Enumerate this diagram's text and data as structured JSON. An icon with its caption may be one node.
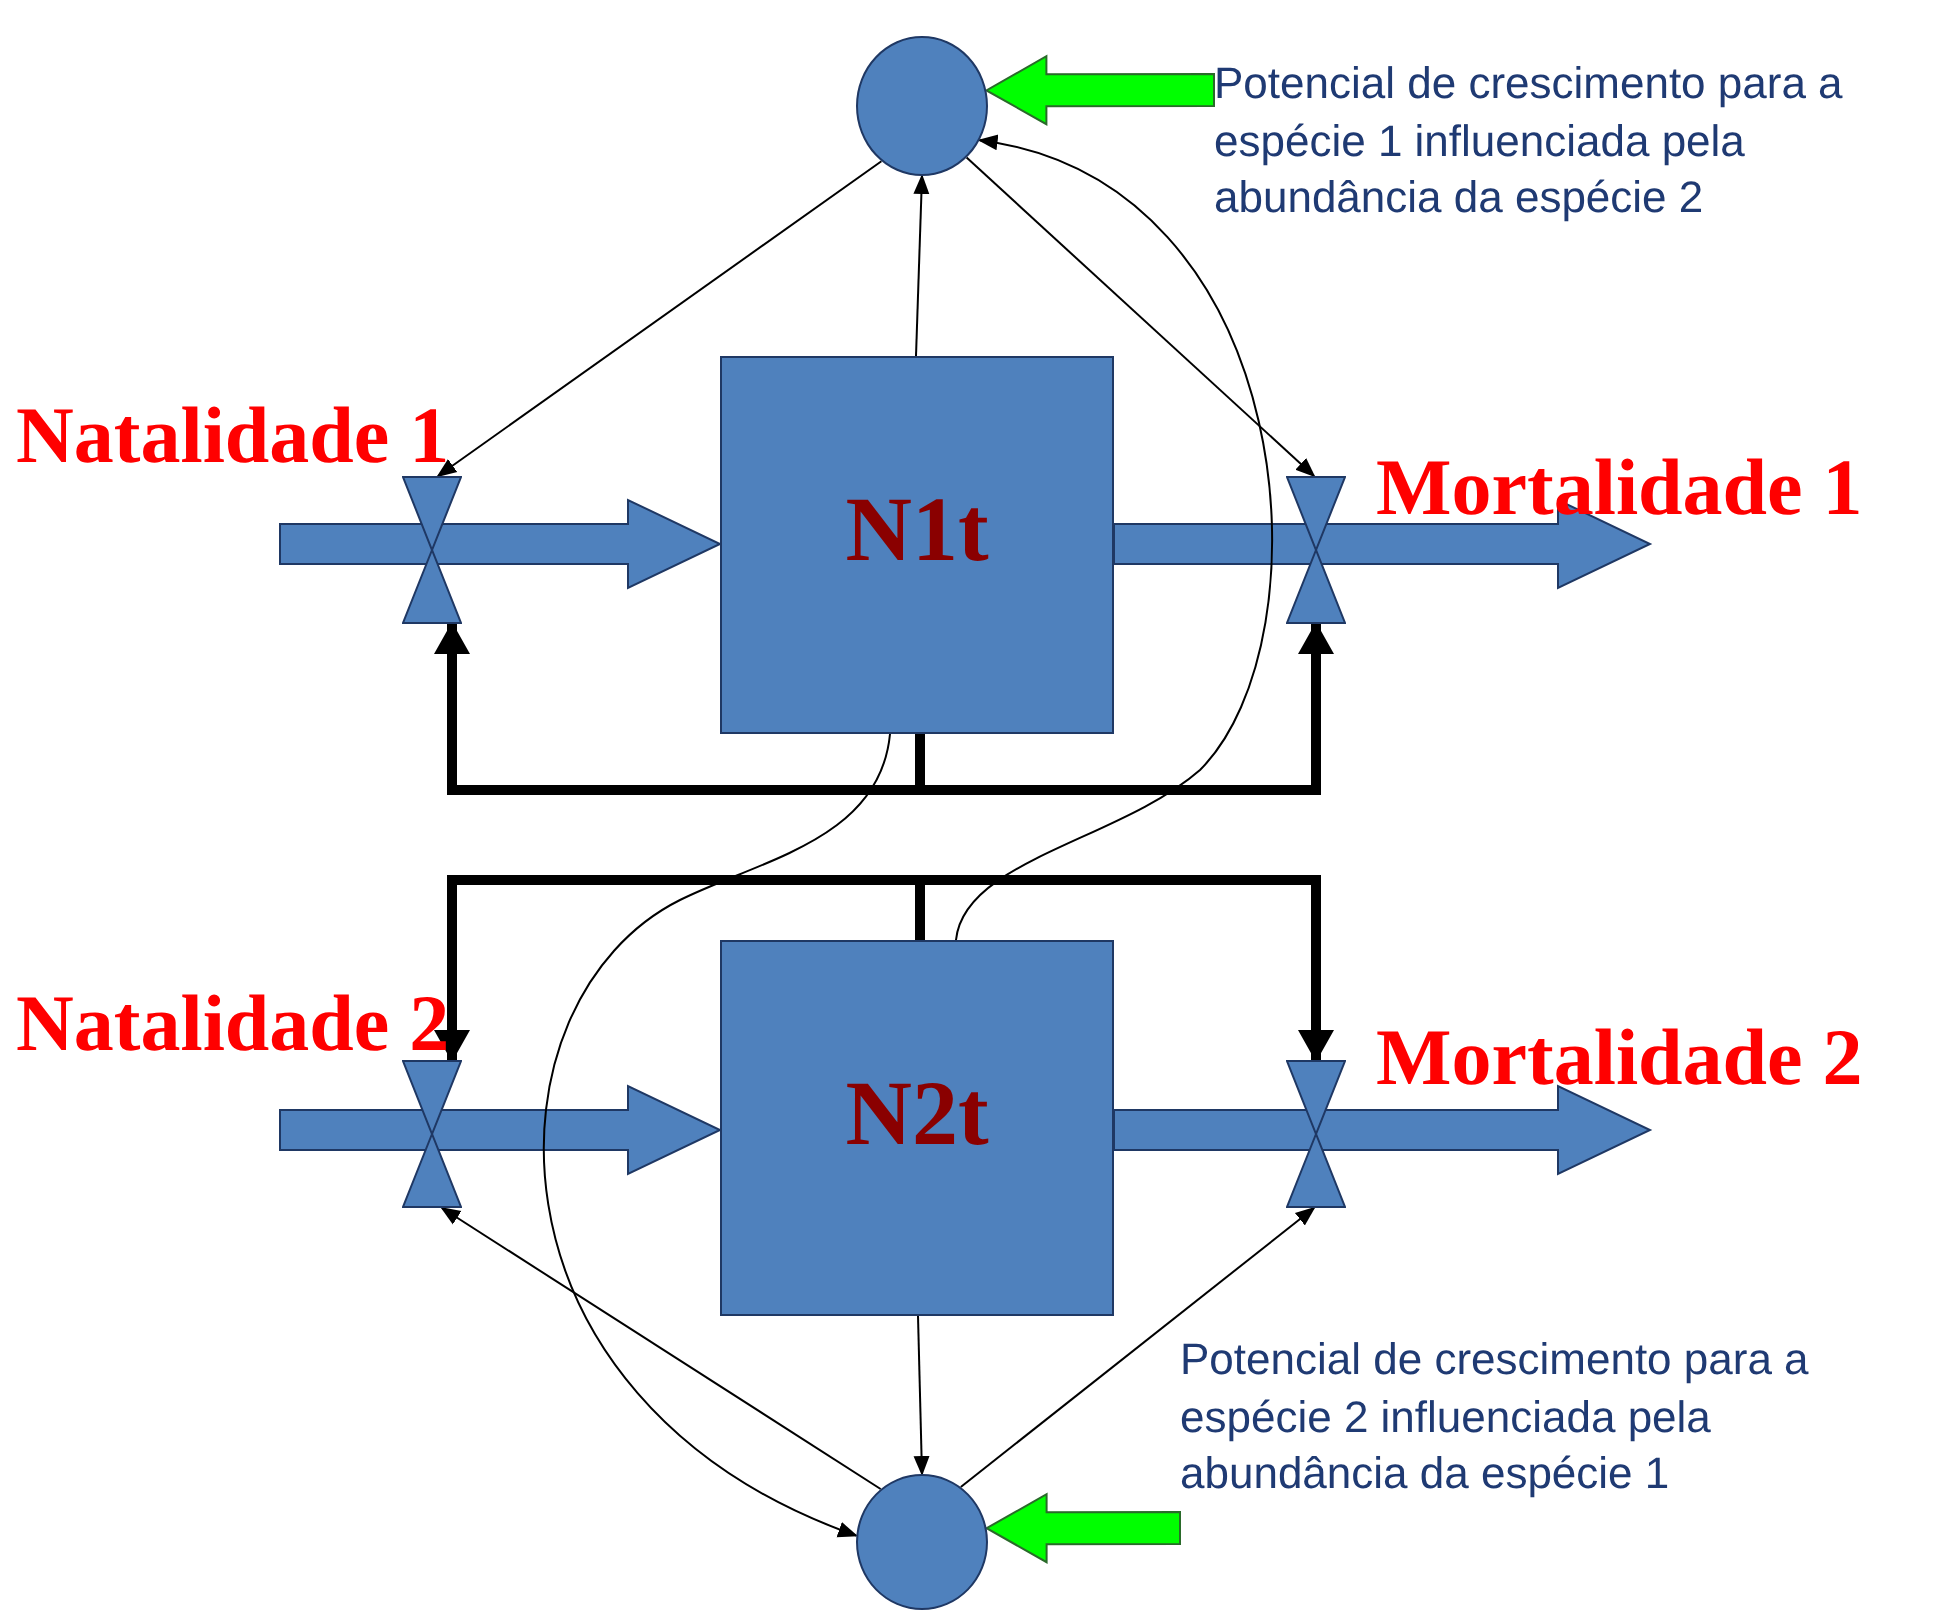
{
  "diagram": {
    "nodes": [
      {
        "text": [],
        "shape": "circle"
      },
      {
        "text": [
          "N1t"
        ]
      },
      {
        "text": [],
        "shape": "valve",
        "beside": [
          "Natalidade 1"
        ]
      },
      {
        "text": [],
        "shape": "valve",
        "beside": [
          "Mortalidade 1"
        ]
      },
      {
        "text": [
          "N2t"
        ]
      },
      {
        "text": [],
        "shape": "valve",
        "beside": [
          "Natalidade 2"
        ]
      },
      {
        "text": [],
        "shape": "valve",
        "beside": [
          "Mortalidade 2"
        ]
      },
      {
        "text": [],
        "shape": "circle"
      },
      {
        "text": [
          "Potencial de crescimento para a espécie 1 influenciada pela abundância da espécie 2"
        ]
      },
      {
        "text": [
          "Potencial de crescimento para a espécie 2 influenciada pela abundância da espécie 1"
        ]
      }
    ],
    "edges": [
      {
        "from": null,
        "to": 1,
        "arrow": "to",
        "style": "thick",
        "color": "#4f81bd"
      },
      {
        "from": 1,
        "to": null,
        "arrow": "to",
        "style": "thick",
        "color": "#4f81bd"
      },
      {
        "from": null,
        "to": 4,
        "arrow": "to",
        "style": "thick",
        "color": "#4f81bd"
      },
      {
        "from": 4,
        "to": null,
        "arrow": "to",
        "style": "thick",
        "color": "#4f81bd"
      },
      {
        "from": 1,
        "to": 0,
        "arrow": "to"
      },
      {
        "from": 0,
        "to": 2,
        "arrow": "to"
      },
      {
        "from": 0,
        "to": 3,
        "arrow": "to"
      },
      {
        "from": 4,
        "to": 7,
        "arrow": "to"
      },
      {
        "from": 7,
        "to": 5,
        "arrow": "to"
      },
      {
        "from": 7,
        "to": 6,
        "arrow": "to"
      },
      {
        "from": 4,
        "to": 0,
        "arrow": "to"
      },
      {
        "from": 1,
        "to": 7,
        "arrow": "to"
      },
      {
        "from": 1,
        "to": 2,
        "arrow": "to",
        "style": "thick"
      },
      {
        "from": 1,
        "to": 3,
        "arrow": "to",
        "style": "thick"
      },
      {
        "from": 4,
        "to": 5,
        "arrow": "to",
        "style": "thick"
      },
      {
        "from": 4,
        "to": 6,
        "arrow": "to",
        "style": "thick"
      },
      {
        "from": 8,
        "to": 0,
        "arrow": "to",
        "style": "thick",
        "color": "#00ff00"
      },
      {
        "from": 9,
        "to": 7,
        "arrow": "to",
        "style": "thick",
        "color": "#00ff00"
      }
    ]
  }
}
